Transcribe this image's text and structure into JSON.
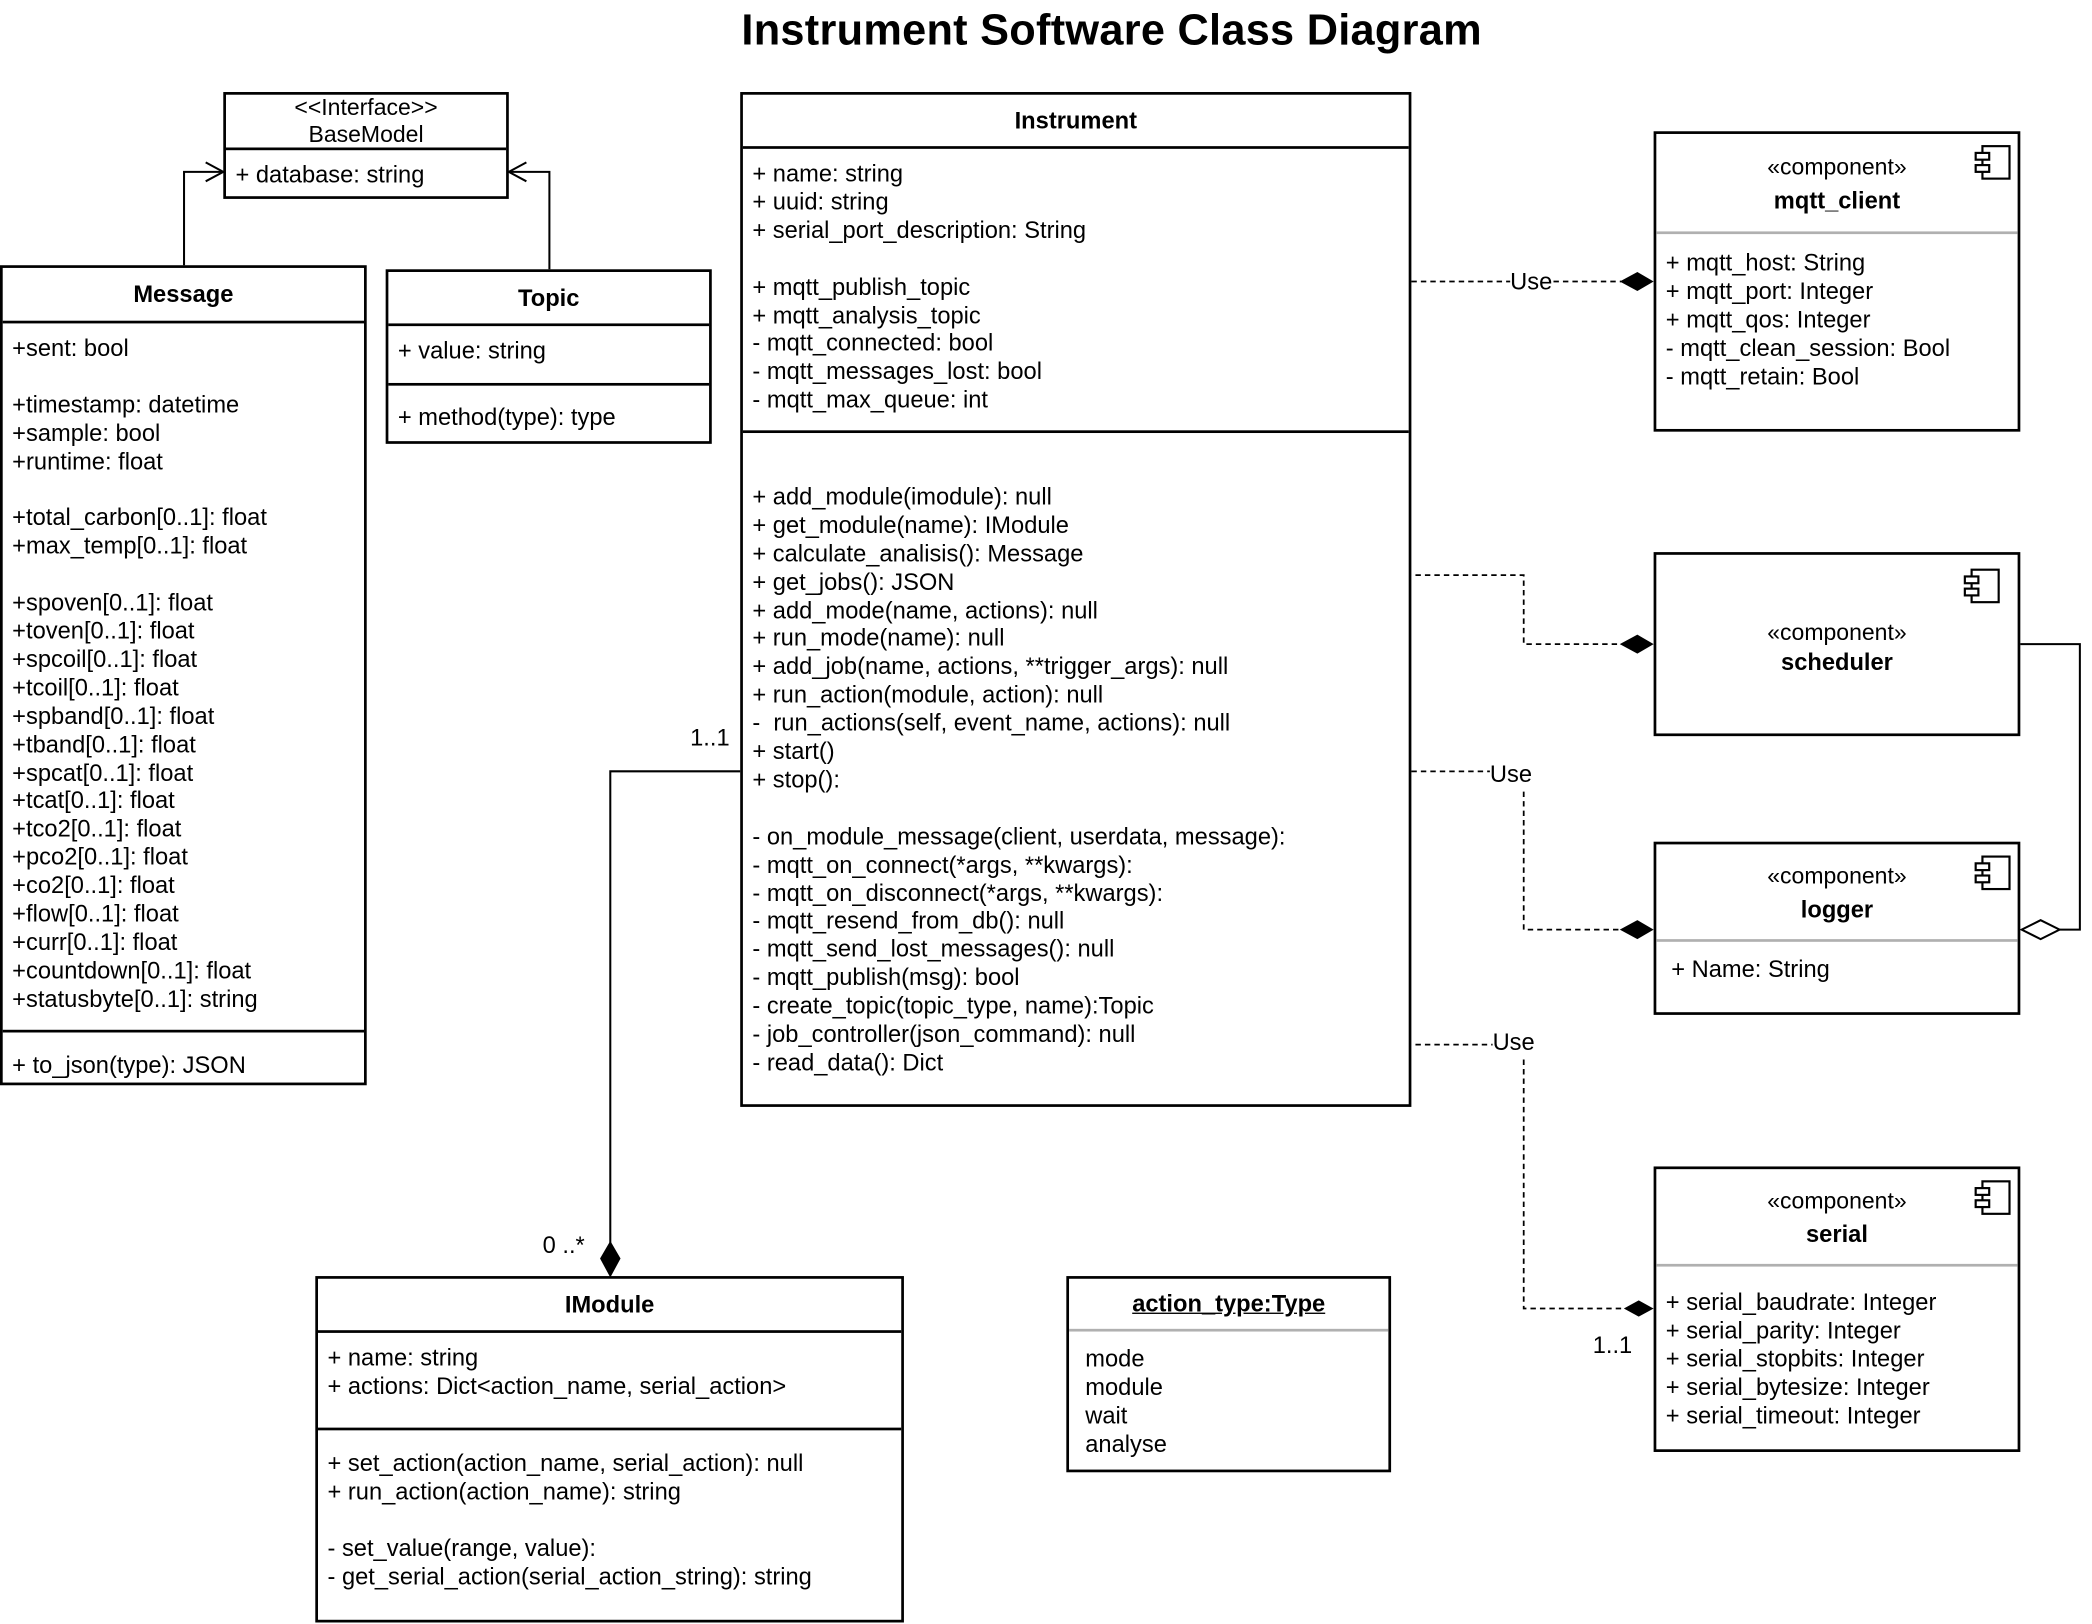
{
  "title": "Instrument Software Class Diagram",
  "base_model": {
    "stereotype": "<<Interface>>",
    "name": "BaseModel",
    "attributes": [
      "+ database: string"
    ]
  },
  "message": {
    "name": "Message",
    "attributes": [
      "+sent: bool",
      "",
      "+timestamp: datetime",
      "+sample: bool",
      "+runtime: float",
      "",
      "+total_carbon[0..1]: float",
      "+max_temp[0..1]: float",
      "",
      "+spoven[0..1]: float",
      "+toven[0..1]: float",
      "+spcoil[0..1]: float",
      "+tcoil[0..1]: float",
      "+spband[0..1]: float",
      "+tband[0..1]: float",
      "+spcat[0..1]: float",
      "+tcat[0..1]: float",
      "+tco2[0..1]: float",
      "+pco2[0..1]: float",
      "+co2[0..1]: float",
      "+flow[0..1]: float",
      "+curr[0..1]: float",
      "+countdown[0..1]: float",
      "+statusbyte[0..1]: string"
    ],
    "methods": [
      "+ to_json(type): JSON"
    ]
  },
  "topic": {
    "name": "Topic",
    "attributes": [
      "+ value: string"
    ],
    "methods": [
      "+ method(type): type"
    ]
  },
  "instrument": {
    "name": "Instrument",
    "attributes": [
      "+ name: string",
      "+ uuid: string",
      "+ serial_port_description: String",
      "",
      "+ mqtt_publish_topic",
      "+ mqtt_analysis_topic",
      "- mqtt_connected: bool",
      "- mqtt_messages_lost: bool",
      "- mqtt_max_queue: int"
    ],
    "methods": [
      "",
      "+ add_module(imodule): null",
      "+ get_module(name): IModule",
      "+ calculate_analisis(): Message",
      "+ get_jobs(): JSON",
      "+ add_mode(name, actions): null",
      "+ run_mode(name): null",
      "+ add_job(name, actions, **trigger_args): null",
      "+ run_action(module, action): null",
      "-  run_actions(self, event_name, actions): null",
      "+ start()",
      "+ stop():",
      "",
      "- on_module_message(client, userdata, message):",
      "- mqtt_on_connect(*args, **kwargs):",
      "- mqtt_on_disconnect(*args, **kwargs):",
      "- mqtt_resend_from_db(): null",
      "- mqtt_send_lost_messages(): null",
      "- mqtt_publish(msg): bool",
      "- create_topic(topic_type, name):Topic",
      "- job_controller(json_command): null",
      "- read_data(): Dict"
    ]
  },
  "imodule": {
    "name": "IModule",
    "attributes": [
      "+ name: string",
      "+ actions: Dict<action_name, serial_action>"
    ],
    "methods": [
      "+ set_action(action_name, serial_action): null",
      "+ run_action(action_name): string",
      "",
      "- set_value(range, value):",
      "- get_serial_action(serial_action_string): string"
    ]
  },
  "action_type": {
    "name": "action_type:Type",
    "values": [
      "mode",
      "module",
      "wait",
      "analyse"
    ]
  },
  "mqtt_client": {
    "stereotype": "«component»",
    "name": "mqtt_client",
    "attributes": [
      "+ mqtt_host: String",
      "+ mqtt_port: Integer",
      "+ mqtt_qos: Integer",
      "- mqtt_clean_session: Bool",
      "- mqtt_retain: Bool"
    ]
  },
  "scheduler": {
    "stereotype": "«component»",
    "name": "scheduler"
  },
  "logger": {
    "stereotype": "«component»",
    "name": "logger",
    "attributes": [
      "+ Name: String"
    ]
  },
  "serial": {
    "stereotype": "«component»",
    "name": "serial",
    "attributes": [
      "+ serial_baudrate: Integer",
      "+ serial_parity: Integer",
      "+ serial_stopbits: Integer",
      "+ serial_bytesize: Integer",
      "+ serial_timeout: Integer"
    ]
  },
  "relations": {
    "use_mqtt": "Use",
    "use_logger": "Use",
    "use_serial": "Use",
    "instrument_multiplicity": "1..1",
    "imodule_multiplicity": "0 ..*",
    "serial_multiplicity": "1..1"
  },
  "icons": {
    "component": "component-icon",
    "composition": "filled-diamond-icon",
    "aggregation": "hollow-diamond-icon",
    "generalization": "open-arrow-icon"
  }
}
